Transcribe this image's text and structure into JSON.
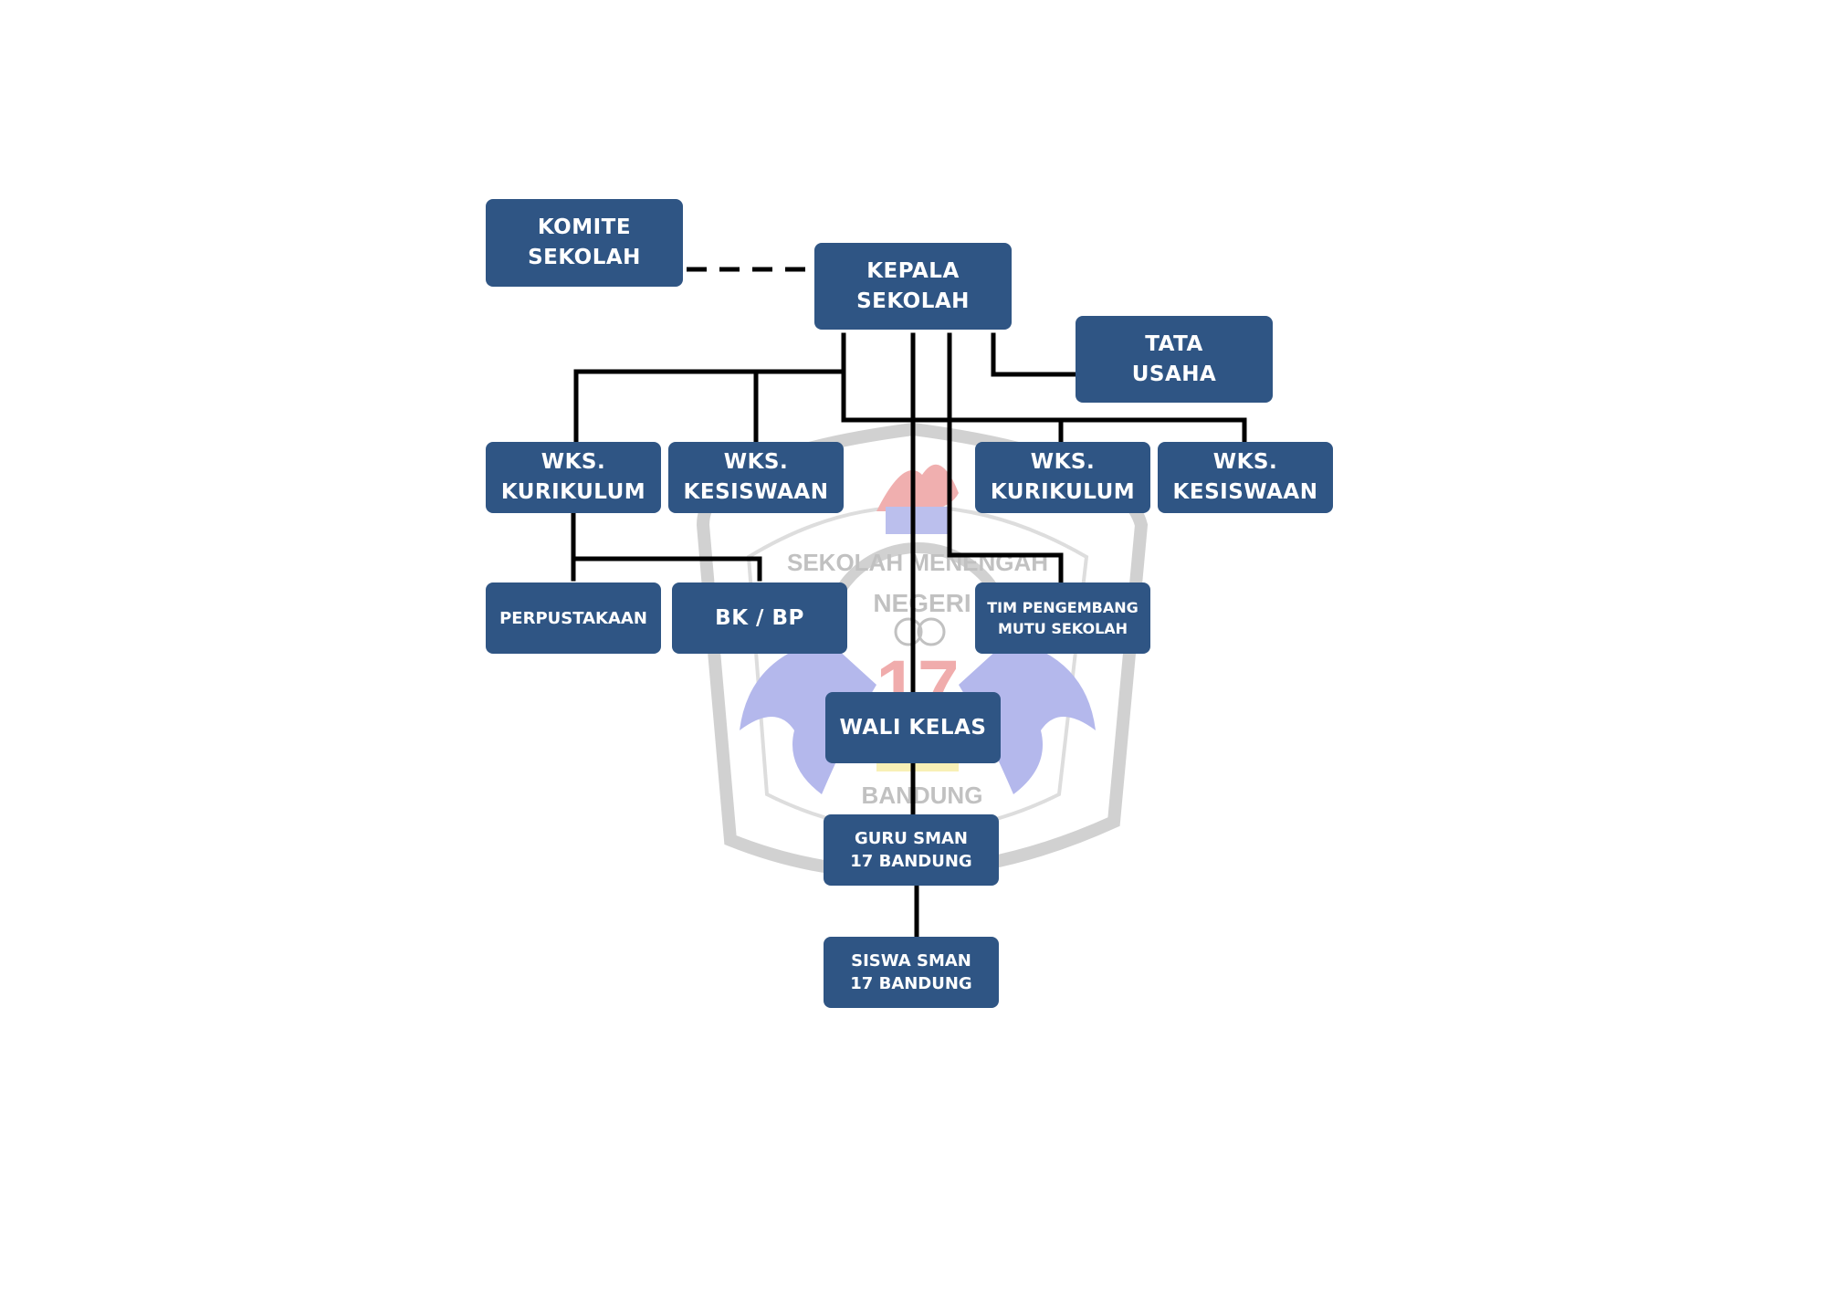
{
  "org_chart": {
    "komite": "KOMITE\nSEKOLAH",
    "kepala": "KEPALA\nSEKOLAH",
    "tata_usaha": "TATA\nUSAHA",
    "wks_kurikulum_left": "WKS.\nKURIKULUM",
    "wks_kesiswaan_left": "WKS.\nKESISWAAN",
    "wks_kurikulum_right": "WKS.\nKURIKULUM",
    "wks_kesiswaan_right": "WKS.\nKESISWAAN",
    "perpustakaan": "PERPUSTAKAAN",
    "bk_bp": "BK / BP",
    "tim_pengembang": "TIM PENGEMBANG\nMUTU SEKOLAH",
    "wali_kelas": "WALI KELAS",
    "guru": "GURU SMAN\n17 BANDUNG",
    "siswa": "SISWA SMAN\n17 BANDUNG"
  },
  "watermark": {
    "icon": "school-emblem-watermark",
    "top_text": "SEKOLAH MENENGAH",
    "middle_text": "NEGERI",
    "number": "17",
    "bottom_text": "BANDUNG"
  },
  "colors": {
    "box": "#2f5584",
    "box_text": "#ffffff",
    "line": "#000000"
  }
}
